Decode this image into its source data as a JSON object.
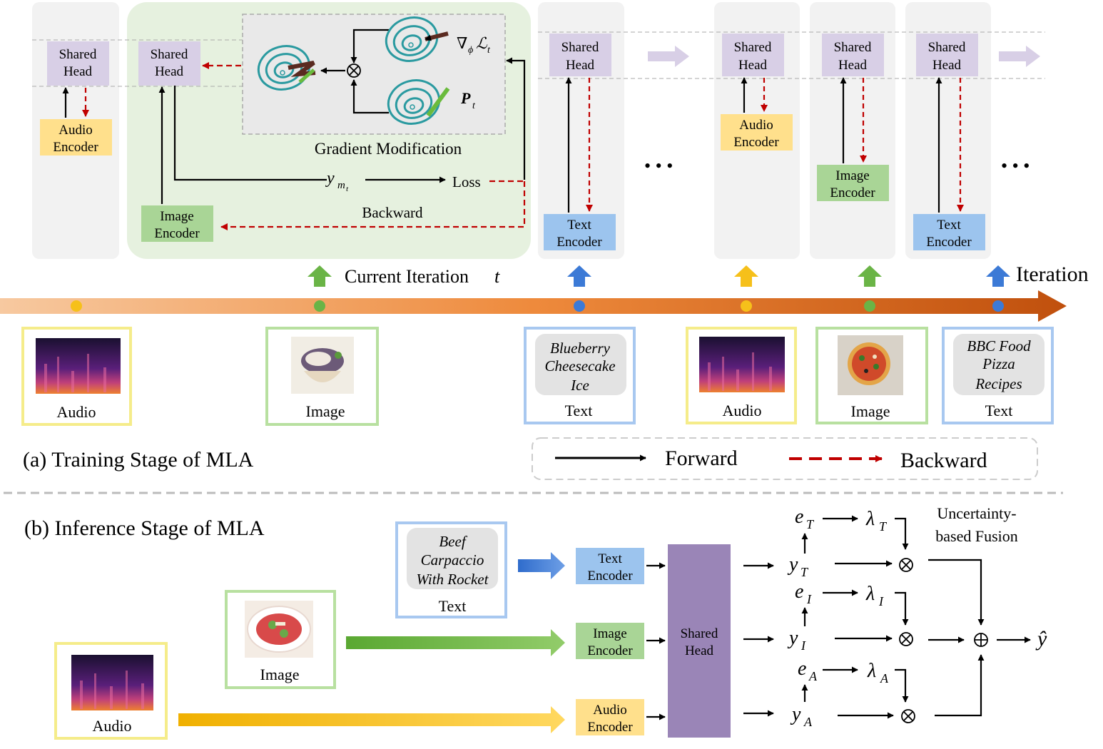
{
  "labels": {
    "shared_head": [
      "Shared",
      "Head"
    ],
    "audio_encoder": [
      "Audio",
      "Encoder"
    ],
    "image_encoder": [
      "Image",
      "Encoder"
    ],
    "text_encoder": [
      "Text",
      "Encoder"
    ],
    "gradient_modification": "Gradient Modification",
    "loss": "Loss",
    "backward": "Backward",
    "current_iteration": "Current Iteration",
    "iteration_var": "t",
    "iteration": "Iteration",
    "nabla_loss": "∇",
    "p_t": "P",
    "y_mt": "y",
    "ellipsis": "• • •"
  },
  "samples": [
    {
      "type": "Audio"
    },
    {
      "type": "Image"
    },
    {
      "type": "Text",
      "text": [
        "Blueberry",
        "Cheesecake",
        "Ice"
      ]
    },
    {
      "type": "Audio"
    },
    {
      "type": "Image"
    },
    {
      "type": "Text",
      "text": [
        "BBC Food",
        "Pizza",
        "Recipes"
      ]
    }
  ],
  "legend": {
    "forward": "Forward",
    "backward": "Backward"
  },
  "captions": {
    "training": "(a) Training Stage of MLA",
    "inference": "(b) Inference Stage of MLA"
  },
  "inference": {
    "text_sample": [
      "Beef",
      "Carpaccio",
      "With Rocket"
    ],
    "text_label": "Text",
    "image_label": "Image",
    "audio_label": "Audio",
    "fusion_label": [
      "Uncertainty-",
      "based Fusion"
    ],
    "vars": {
      "eT": "e",
      "lT": "λ",
      "yT": "y",
      "eI": "e",
      "lI": "λ",
      "yI": "y",
      "eA": "e",
      "lA": "λ",
      "yA": "y",
      "yhat": "ŷ"
    },
    "subs": {
      "T": "T",
      "I": "I",
      "A": "A",
      "m": "m",
      "t": "t",
      "phi": "ϕ",
      "L": "ℒ"
    }
  },
  "colors": {
    "shared_head": "#d8cfe6",
    "shared_head_big": "#9a85b7",
    "audio": "#ffe08c",
    "image": "#a9d596",
    "text": "#9cc4ee",
    "forward": "#000000",
    "backward": "#c00000",
    "timeline_start": "#f7c9a0",
    "timeline_end": "#c0500d",
    "green_panel": "#e6f1df",
    "grey_panel": "#f2f2f2"
  }
}
